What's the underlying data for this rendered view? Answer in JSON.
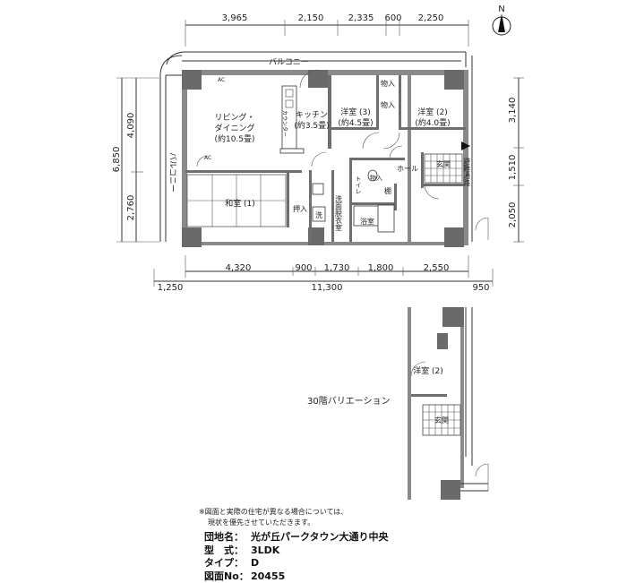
{
  "compass": {
    "label": "N"
  },
  "dims_top": [
    "3,965",
    "2,150",
    "2,335",
    "600",
    "2,250"
  ],
  "dims_bottom": [
    "4,320",
    "900",
    "1,730",
    "1,800",
    "2,550"
  ],
  "dims_bottom2": [
    "1,250",
    "11,300",
    "950"
  ],
  "dims_left": [
    "4,090",
    "6,850",
    "2,760"
  ],
  "dims_right": [
    "3,140",
    "1,510",
    "2,050"
  ],
  "rooms": {
    "balcony_top": "バルコニー",
    "balcony_left": "バルコニー",
    "living_1": "リビング・",
    "living_2": "ダイニング",
    "living_3": "(約10.5畳)",
    "kitchen_1": "キッチン",
    "kitchen_2": "(約3.5畳)",
    "counter": "カウンター",
    "yoshitsu3_1": "洋室 (3)",
    "yoshitsu3_2": "(約4.5畳)",
    "yoshitsu2_1": "洋室 (2)",
    "yoshitsu2_2": "(約4.0畳)",
    "monoire_a": "物入",
    "monoire_b": "物入",
    "monoire_c": "物入",
    "genkan": "玄関",
    "hall": "ホール",
    "hinan": "避難通路",
    "washitsu": "和室 (1)",
    "oshiire": "押入",
    "senmen": "洗面脱衣室",
    "sen": "洗",
    "toilet": "トイレ",
    "tana": "棚",
    "yokushitsu": "浴室",
    "ac_a": "AC",
    "ac_b": "AC"
  },
  "variation": {
    "label": "30階バリエーション",
    "room": "洋室 (2)",
    "genkan": "玄関"
  },
  "note": {
    "line1": "※図面と実際の住宅が異なる場合については、",
    "line2": "現状を優先させていただきます。"
  },
  "info": {
    "danchi_label": "団地名：",
    "danchi_value": "光が丘パークタウン大通り中央",
    "kata_label": "型　式：",
    "kata_value": "3LDK",
    "type_label": "タイプ：",
    "type_value": "D",
    "zumen_label": "図面No：",
    "zumen_value": "20455"
  }
}
